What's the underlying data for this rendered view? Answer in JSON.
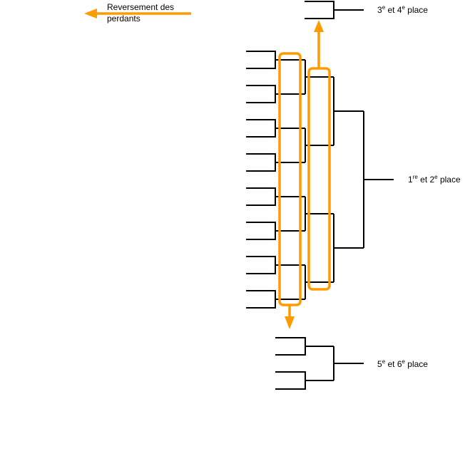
{
  "legend": {
    "line1": "Reversement des",
    "line2": "perdants"
  },
  "labels": {
    "third_fourth": {
      "n1": "3",
      "s1": "e",
      "mid": " et 4",
      "s2": "e",
      "tail": " place"
    },
    "first_second": {
      "n1": "1",
      "s1": "re",
      "mid": " et 2",
      "s2": "e",
      "tail": " place"
    },
    "fifth_sixth": {
      "n1": "5",
      "s1": "e",
      "mid": " et 6",
      "s2": "e",
      "tail": " place"
    }
  },
  "colors": {
    "accent": "#ff9a00",
    "line": "#000000"
  }
}
